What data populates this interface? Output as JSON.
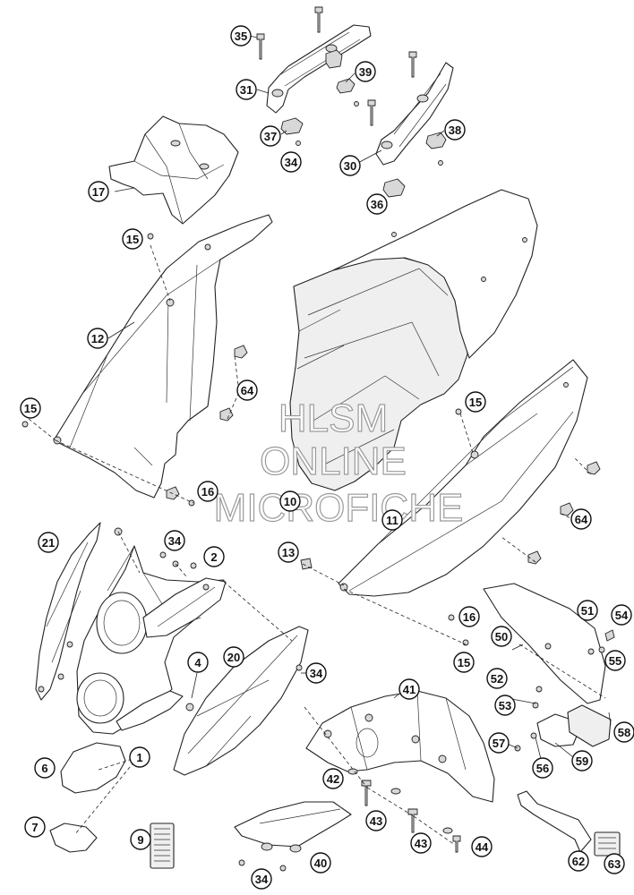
{
  "watermark": {
    "line1": "HLSM",
    "line2": "ONLINE",
    "line3": "MICROFICHE"
  },
  "callouts": [
    "35",
    "31",
    "39",
    "37",
    "34",
    "30",
    "38",
    "36",
    "17",
    "15",
    "12",
    "64",
    "15",
    "10",
    "15",
    "11",
    "64",
    "16",
    "21",
    "34",
    "2",
    "13",
    "16",
    "50",
    "51",
    "54",
    "55",
    "15",
    "20",
    "4",
    "34",
    "52",
    "41",
    "53",
    "58",
    "57",
    "59",
    "56",
    "1",
    "6",
    "42",
    "43",
    "43",
    "44",
    "7",
    "9",
    "40",
    "34",
    "62",
    "63"
  ],
  "colors": {
    "line": "#222222",
    "fill": "#ffffff",
    "shade": "#efefef",
    "watermark_stroke": "#9a9a9a"
  }
}
